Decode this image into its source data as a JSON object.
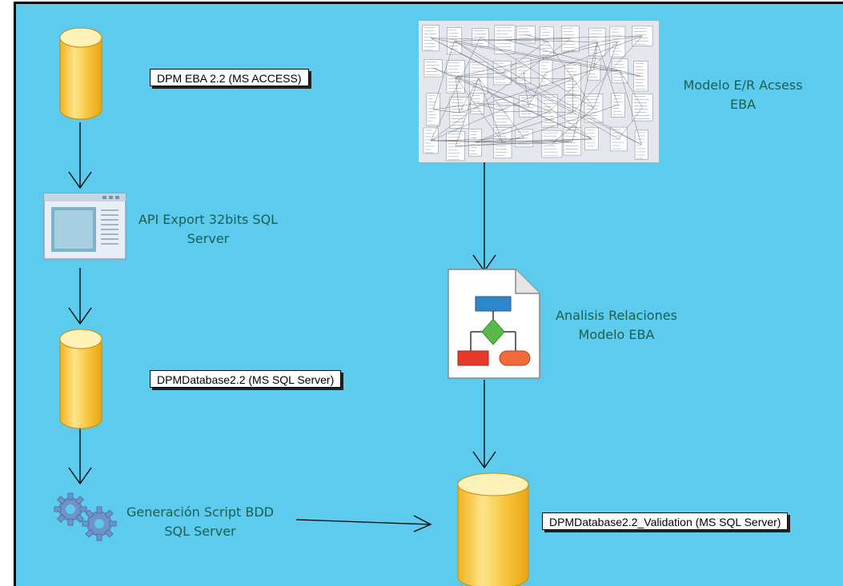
{
  "nodes": {
    "dpm_access": {
      "label": "DPM EBA 2.2 (MS ACCESS)"
    },
    "api_export": {
      "line1": "API Export 32bits SQL",
      "line2": "Server"
    },
    "dpm_sqlserver": {
      "label": "DPMDatabase2.2 (MS SQL Server)"
    },
    "script_gen": {
      "line1": "Generación Script BDD",
      "line2": "SQL Server"
    },
    "er_model": {
      "line1": "Modelo E/R Acsess",
      "line2": "EBA"
    },
    "analysis": {
      "line1": "Analisis Relaciones",
      "line2": "Modelo EBA"
    },
    "dpm_validation": {
      "label": "DPMDatabase2.2_Validation (MS SQL Server)"
    }
  },
  "colors": {
    "background": "#5ccbee",
    "cylinder": "#f7c83a",
    "caption": "#1d5f4c"
  }
}
